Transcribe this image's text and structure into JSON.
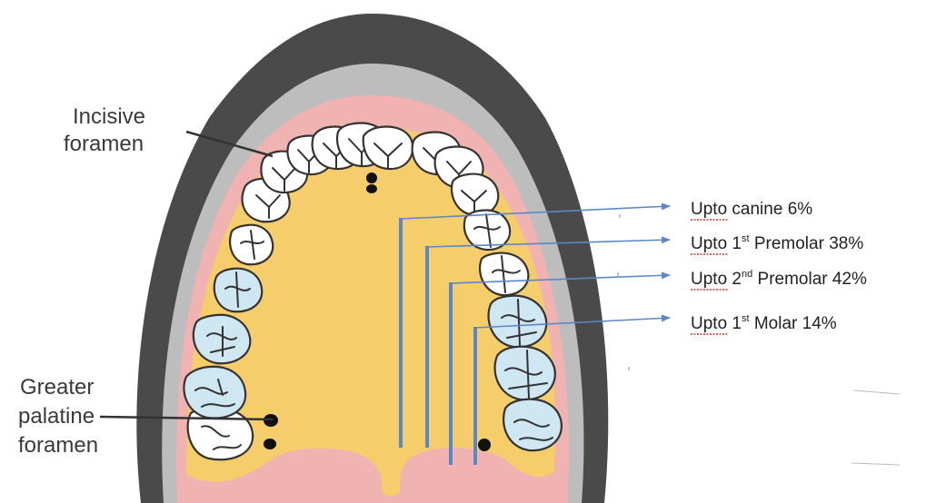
{
  "labels": {
    "incisive_line1": "Incisive",
    "incisive_line2": "foramen",
    "greater_line1": "Greater",
    "greater_line2": "palatine",
    "greater_line3": "foramen"
  },
  "extents": [
    {
      "prefix": "Upto",
      "middle": " canine ",
      "sup": "",
      "rest": "",
      "value": "6%"
    },
    {
      "prefix": "Upto",
      "middle": " 1",
      "sup": "st",
      "rest": " Premolar ",
      "value": "38%"
    },
    {
      "prefix": "Upto",
      "middle": " 2",
      "sup": "nd",
      "rest": " Premolar ",
      "value": "42%"
    },
    {
      "prefix": "Upto",
      "middle": " 1",
      "sup": "st",
      "rest": " Molar ",
      "value": "14%"
    }
  ],
  "colors": {
    "outer_bone": "#4a4a4a",
    "inner_bone": "#bdbdbd",
    "gingiva": "#f1b2b2",
    "palate": "#f6cd6b",
    "arrow": "#5b87c4",
    "tooth_blue": "#cfe6f3"
  }
}
